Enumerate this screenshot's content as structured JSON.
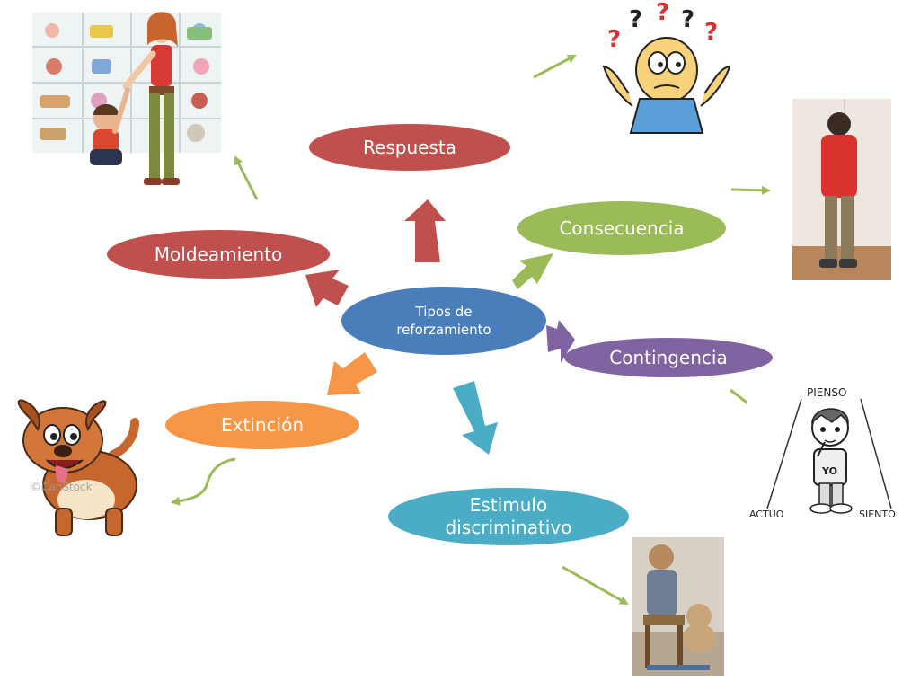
{
  "center": {
    "line1": "Tipos de",
    "line2": "reforzamiento",
    "color": "#4a7ebb"
  },
  "nodes": {
    "respuesta": {
      "label": "Respuesta",
      "color": "#c0504d"
    },
    "consecuencia": {
      "label": "Consecuencia",
      "color": "#9bbb59"
    },
    "moldeamiento": {
      "label": "Moldeamiento",
      "color": "#c0504d"
    },
    "contingencia": {
      "label": "Contingencia",
      "color": "#8064a2"
    },
    "extincion": {
      "label": "Extinción",
      "color": "#f79646"
    },
    "estimulo": {
      "line1": "Estimulo",
      "line2": "discriminativo",
      "color": "#4bacc6"
    }
  },
  "images": {
    "shopping_mom": "mother-pulling-child-illustration",
    "confused_man": "confused-man-question-marks-illustration",
    "boy_corner": "boy-facing-corner-photo",
    "dog": "cartoon-dog-illustration",
    "child_chair": "child-sitting-on-chair-photo",
    "pienso_figure": {
      "icon": "thinking-child-triangle-illustration",
      "top": "PIENSO",
      "badge": "YO",
      "left": "ACTÚO",
      "right": "SIENTO"
    }
  },
  "watermark": "©CanStock",
  "connector_color": "#9bbb59"
}
